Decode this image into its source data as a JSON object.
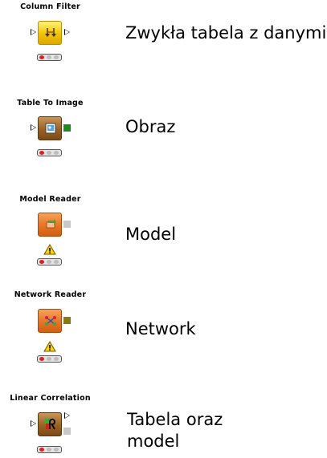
{
  "nodes": [
    {
      "title": "Column Filter",
      "label": "Zwykła tabela z danymi",
      "icon": "column-filter-icon",
      "color": "#f2c200"
    },
    {
      "title": "Table To Image",
      "label": "Obraz",
      "icon": "table-to-image-icon",
      "color": "#9a6124"
    },
    {
      "title": "Model Reader",
      "label": "Model",
      "icon": "model-reader-icon",
      "color": "#e8772a"
    },
    {
      "title": "Network Reader",
      "label": "Network",
      "icon": "network-reader-icon",
      "color": "#e8772a"
    },
    {
      "title": "Linear Correlation",
      "label_line1": "Tabela oraz",
      "label_line2": "model",
      "icon": "linear-correlation-icon",
      "color": "#9a6124"
    }
  ]
}
